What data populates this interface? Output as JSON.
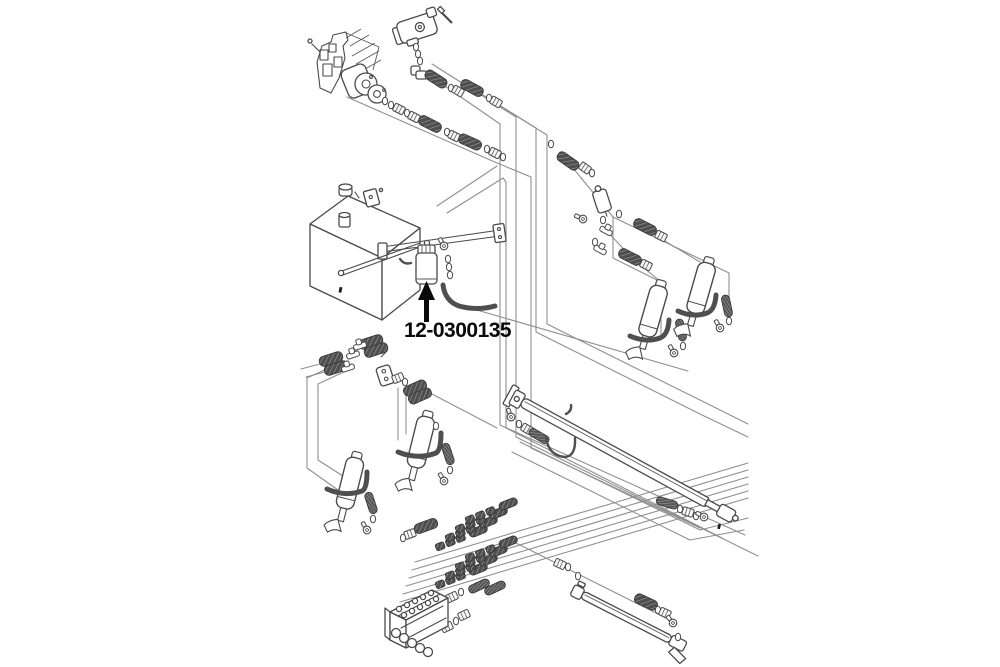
{
  "diagram": {
    "type": "hydraulic-parts-exploded-diagram",
    "part_callout": {
      "part_number": "12-0300135",
      "arrow_direction": "up"
    },
    "colors": {
      "background": "#ffffff",
      "component_outline": "#4a4a4a",
      "routing_line": "#8f8f8f",
      "hose_fill": "#4f4f4f",
      "callout_text": "#0a0a0a"
    },
    "components": [
      "engine-pump-assembly",
      "valve-assembly-top",
      "hydraulic-tank",
      "tank-filler-cap",
      "tank-mounting-bracket",
      "oil-filter",
      "filter-outlet-hose",
      "tee-fitting-cluster",
      "lift-cylinder-1",
      "lift-cylinder-2",
      "tilt-cylinder-1",
      "tilt-cylinder-2",
      "right-junction-valve-block",
      "long-hydraulic-cylinder",
      "steering-cylinder",
      "control-valve-block",
      "fitting-bank-upper",
      "fitting-bank-lower",
      "hose-routing-lines"
    ]
  }
}
